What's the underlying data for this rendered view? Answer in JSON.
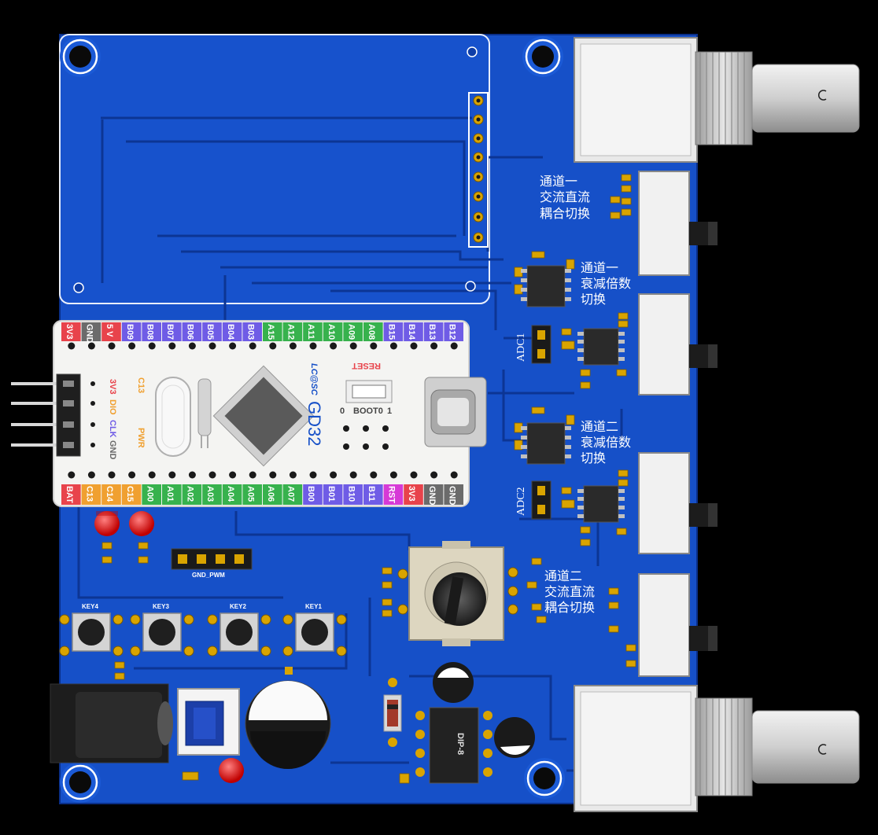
{
  "board": {
    "module": {
      "brand": "LC@SC",
      "chip": "GD32",
      "reset": "RESET",
      "boot": "BOOT0",
      "boot_0": "0",
      "boot_1": "1",
      "swd_3v3": "3V3",
      "swd_dio": "DIO",
      "swd_clk": "CLK",
      "swd_gnd": "GND",
      "c13": "C13",
      "pwr": "PWR",
      "top_pins": [
        {
          "label": "3V3",
          "color": "#e8434b"
        },
        {
          "label": "GND",
          "color": "#6b6b6b"
        },
        {
          "label": "5 V",
          "color": "#e8434b"
        },
        {
          "label": "B09",
          "color": "#6f5ce6"
        },
        {
          "label": "B08",
          "color": "#6f5ce6"
        },
        {
          "label": "B07",
          "color": "#6f5ce6"
        },
        {
          "label": "B06",
          "color": "#6f5ce6"
        },
        {
          "label": "B05",
          "color": "#6f5ce6"
        },
        {
          "label": "B04",
          "color": "#6f5ce6"
        },
        {
          "label": "B03",
          "color": "#6f5ce6"
        },
        {
          "label": "A15",
          "color": "#37b24d"
        },
        {
          "label": "A12",
          "color": "#37b24d"
        },
        {
          "label": "A11",
          "color": "#37b24d"
        },
        {
          "label": "A10",
          "color": "#37b24d"
        },
        {
          "label": "A09",
          "color": "#37b24d"
        },
        {
          "label": "A08",
          "color": "#37b24d"
        },
        {
          "label": "B15",
          "color": "#6f5ce6"
        },
        {
          "label": "B14",
          "color": "#6f5ce6"
        },
        {
          "label": "B13",
          "color": "#6f5ce6"
        },
        {
          "label": "B12",
          "color": "#6f5ce6"
        }
      ],
      "bottom_pins": [
        {
          "label": "BAT",
          "color": "#e8434b"
        },
        {
          "label": "C13",
          "color": "#f0a030"
        },
        {
          "label": "C14",
          "color": "#f0a030"
        },
        {
          "label": "C15",
          "color": "#f0a030"
        },
        {
          "label": "A00",
          "color": "#37b24d"
        },
        {
          "label": "A01",
          "color": "#37b24d"
        },
        {
          "label": "A02",
          "color": "#37b24d"
        },
        {
          "label": "A03",
          "color": "#37b24d"
        },
        {
          "label": "A04",
          "color": "#37b24d"
        },
        {
          "label": "A05",
          "color": "#37b24d"
        },
        {
          "label": "A06",
          "color": "#37b24d"
        },
        {
          "label": "A07",
          "color": "#37b24d"
        },
        {
          "label": "B00",
          "color": "#6f5ce6"
        },
        {
          "label": "B01",
          "color": "#6f5ce6"
        },
        {
          "label": "B10",
          "color": "#6f5ce6"
        },
        {
          "label": "B11",
          "color": "#6f5ce6"
        },
        {
          "label": "RST",
          "color": "#d63ad6"
        },
        {
          "label": "3V3",
          "color": "#e8434b"
        },
        {
          "label": "GND",
          "color": "#6b6b6b"
        },
        {
          "label": "GND",
          "color": "#6b6b6b"
        }
      ]
    },
    "silkscreen": {
      "ch1_coupling": [
        "通道一",
        "交流直流",
        "耦合切换"
      ],
      "ch1_atten": [
        "通道一",
        "衰减倍数",
        "切换"
      ],
      "ch2_atten": [
        "通道二",
        "衰减倍数",
        "切换"
      ],
      "ch2_coupling": [
        "通道二",
        "交流直流",
        "耦合切换"
      ],
      "adc1": "ADC1",
      "adc2": "ADC2",
      "gnd_pwm": "GND_PWM",
      "dip8": "DIP-8",
      "keys": [
        "KEY4",
        "KEY3",
        "KEY2",
        "KEY1"
      ]
    },
    "colors": {
      "pcb": "#1650c8",
      "pcb_dark": "#0f3fa8",
      "trace": "#0b3494",
      "silk": "#ffffff",
      "pad": "#d9a400",
      "module": "#f4f4f2"
    }
  }
}
